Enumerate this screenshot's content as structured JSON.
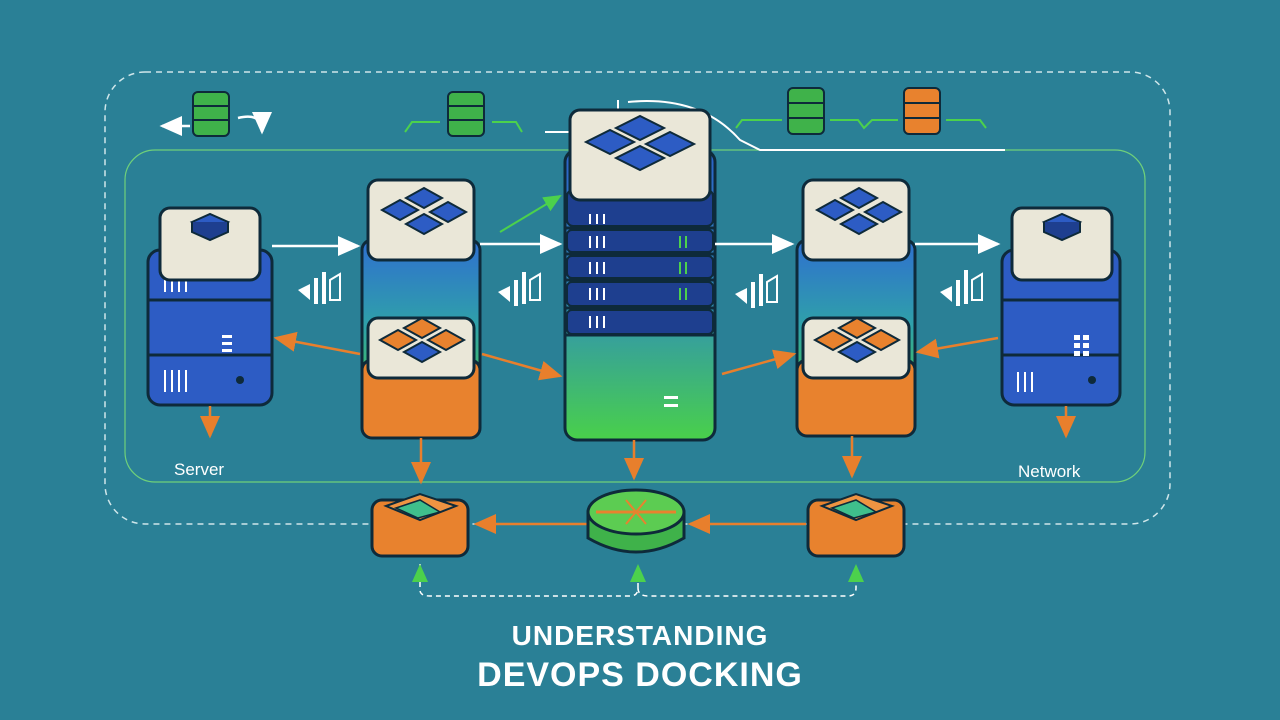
{
  "labels": {
    "server": "Server",
    "network": "Network"
  },
  "title": {
    "line1": "UNDERSTANDING",
    "line2": "DEVOPS DOCKING"
  },
  "colors": {
    "background": "#2a8096",
    "blue": "#2d5cc4",
    "blue_dark": "#1e3f8f",
    "green": "#3fc24c",
    "orange": "#e8822e",
    "cap": "#eae7d8",
    "arrow_white": "#ffffff",
    "arrow_orange": "#e87f2c",
    "arrow_green": "#4cd14c"
  }
}
